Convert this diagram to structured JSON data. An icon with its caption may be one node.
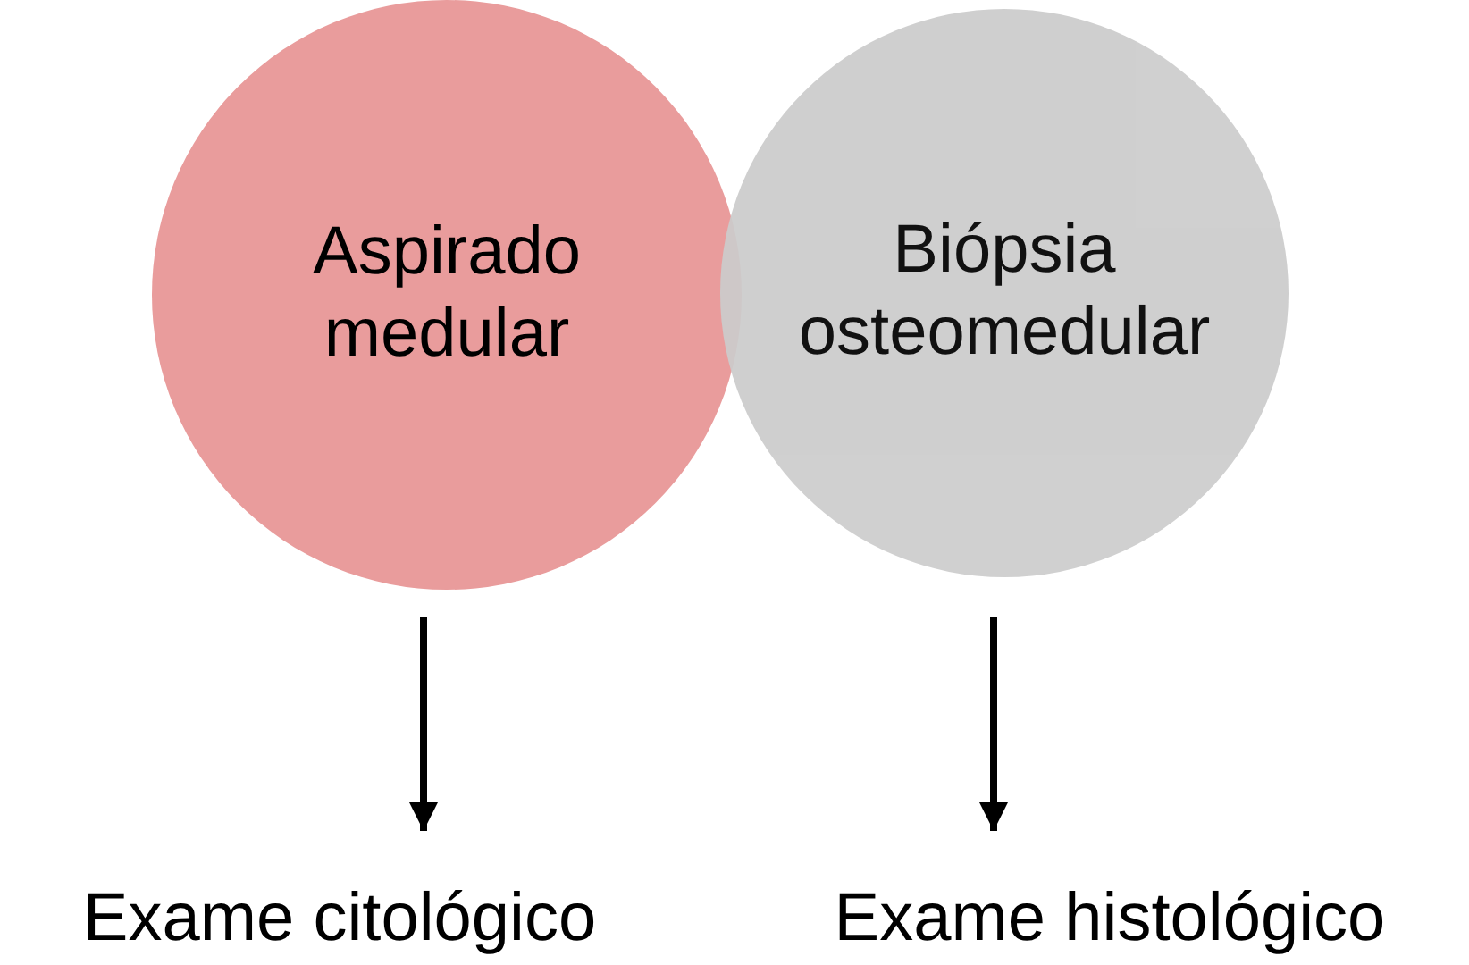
{
  "diagram": {
    "nodes": [
      {
        "text": [
          "Aspirado medular"
        ]
      },
      {
        "text": [
          "Biópsia osteomedular"
        ]
      },
      {
        "text": [
          "Exame citológico"
        ]
      },
      {
        "text": [
          "Exame histológico"
        ]
      }
    ],
    "edges": [
      {
        "from": 0,
        "to": 2,
        "arrow": "to"
      },
      {
        "from": 1,
        "to": 3,
        "arrow": "to"
      }
    ]
  }
}
